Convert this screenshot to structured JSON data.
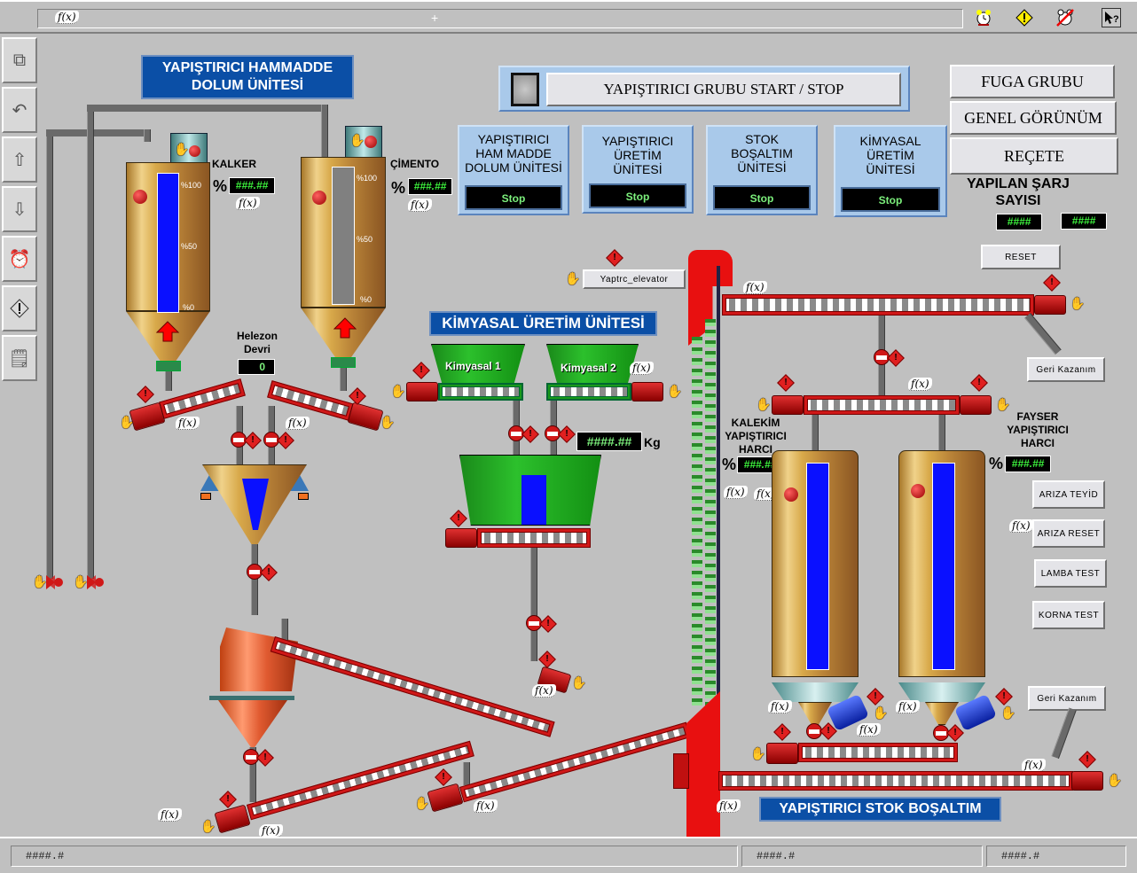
{
  "toolbar": {
    "fx_label": "f(x)",
    "cursor_glyph": "+",
    "icons": [
      "alarm-clock-icon",
      "warning-icon",
      "alarm-off-icon",
      "help-icon"
    ]
  },
  "sidebar": {
    "items": [
      {
        "icon": "windows-icon",
        "glyph": "⧉"
      },
      {
        "icon": "back-icon",
        "glyph": "↶"
      },
      {
        "icon": "arrow-up-icon",
        "glyph": "⇧"
      },
      {
        "icon": "arrow-down-icon",
        "glyph": "⇩"
      },
      {
        "icon": "alarm-clock-icon",
        "glyph": "⏰"
      },
      {
        "icon": "warning-icon",
        "glyph": "◆"
      },
      {
        "icon": "alarm-log-icon",
        "glyph": "🗒"
      }
    ]
  },
  "titles": {
    "raw_material": "YAPIŞTIRICI HAMMADDE DOLUM ÜNİTESİ",
    "raw_material_line1": "YAPIŞTIRICI HAMMADDE",
    "raw_material_line2": "DOLUM ÜNİTESİ",
    "chemical": "KİMYASAL ÜRETİM ÜNİTESİ",
    "stock_discharge": "YAPIŞTIRICI STOK BOŞALTIM"
  },
  "start_stop": {
    "label": "YAPIŞTIRICI GRUBU START / STOP"
  },
  "units": [
    {
      "l1": "YAPIŞTIRICI",
      "l2": "HAM MADDE",
      "l3": "DOLUM ÜNİTESİ",
      "status": "Stop"
    },
    {
      "l1": "YAPIŞTIRICI",
      "l2": "ÜRETİM",
      "l3": "ÜNİTESİ",
      "status": "Stop"
    },
    {
      "l1": "STOK",
      "l2": "BOŞALTIM",
      "l3": "ÜNİTESİ",
      "status": "Stop"
    },
    {
      "l1": "KİMYASAL",
      "l2": "ÜRETİM",
      "l3": "ÜNİTESİ",
      "status": "Stop"
    }
  ],
  "nav": {
    "fuga": "FUGA GRUBU",
    "genel": "GENEL GÖRÜNÜM",
    "recete": "REÇETE"
  },
  "charge_count": {
    "label_l1": "YAPILAN ŞARJ",
    "label_l2": "SAYISI",
    "value1": "####",
    "value2": "####",
    "reset": "RESET"
  },
  "silos": {
    "kalker": {
      "name": "KALKER",
      "pct_symbol": "%",
      "value": "###.##",
      "level_fraction": 1.0,
      "scale": [
        "%100",
        "%50",
        "%0"
      ]
    },
    "cimento": {
      "name": "ÇİMENTO",
      "pct_symbol": "%",
      "value": "###.##",
      "level_fraction": 1.0,
      "scale": [
        "%100",
        "%50",
        "%0"
      ]
    }
  },
  "helezon": {
    "l1": "Helezon",
    "l2": "Devri",
    "value": "0"
  },
  "chemicals": {
    "k1": "Kimyasal 1",
    "k2": "Kimyasal 2",
    "weight": "####.##",
    "unit": "Kg"
  },
  "elevator": {
    "label": "Yaptrc_elevator"
  },
  "geri_kazanim": "Geri Kazanım",
  "product_silos": {
    "kalekim": {
      "l1": "KALEKİM",
      "l2": "YAPIŞTIRICI",
      "l3": "HARCI",
      "pct_symbol": "%",
      "value": "###.##"
    },
    "fayser": {
      "l1": "FAYSER",
      "l2": "YAPIŞTIRICI",
      "l3": "HARCI",
      "pct_symbol": "%",
      "value": "###.##"
    }
  },
  "fault_buttons": {
    "ariza_teyid": "ARIZA TEYİD",
    "ariza_reset": "ARIZA RESET",
    "lamba_test": "LAMBA  TEST",
    "korna_test": "KORNA  TEST"
  },
  "statusbar": {
    "f1": "####.#",
    "f2": "####.#",
    "f3": "####.#"
  },
  "colors": {
    "background": "#c0c0c0",
    "title_blue": "#0b4fa6",
    "panel_blue": "#a9c9ea",
    "display_green": "#3cf03c",
    "equipment_red": "#d01818",
    "level_blue": "#0a10ff",
    "level_gray": "#808080"
  }
}
